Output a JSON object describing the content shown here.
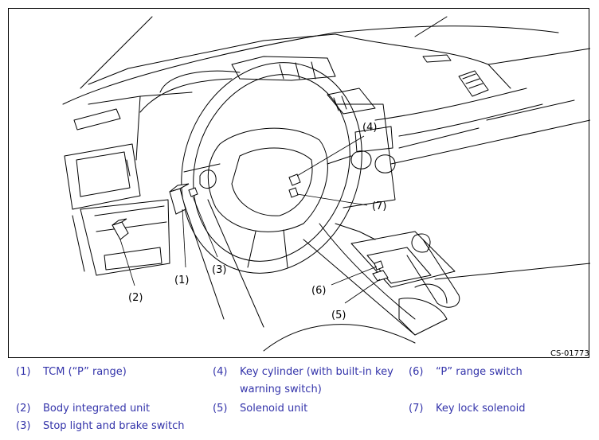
{
  "figure": {
    "code": "CS-01773",
    "callouts": [
      "(1)",
      "(2)",
      "(3)",
      "(4)",
      "(5)",
      "(6)",
      "(7)"
    ]
  },
  "legend": {
    "text_color": "#3333aa",
    "items": [
      {
        "num": "(1)",
        "label": "TCM (“P” range)"
      },
      {
        "num": "(2)",
        "label": "Body integrated unit"
      },
      {
        "num": "(3)",
        "label": "Stop light and brake switch"
      },
      {
        "num": "(4)",
        "label": "Key cylinder (with built-in key warning switch)"
      },
      {
        "num": "(5)",
        "label": "Solenoid unit"
      },
      {
        "num": "(6)",
        "label": "“P” range switch"
      },
      {
        "num": "(7)",
        "label": "Key lock solenoid"
      }
    ]
  }
}
